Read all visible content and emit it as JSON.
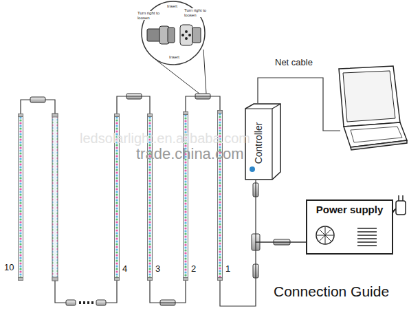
{
  "diagram": {
    "caption": "Connection Guide",
    "nodes": [
      {
        "text": [
          "10"
        ]
      },
      {
        "text": [
          "4"
        ]
      },
      {
        "text": [
          "3"
        ]
      },
      {
        "text": [
          "2"
        ]
      },
      {
        "text": [
          "1"
        ]
      },
      {
        "text": [
          "Controller"
        ]
      },
      {
        "text": [
          "Power supply"
        ]
      }
    ],
    "edges": [
      {
        "from": 1,
        "to": 2,
        "arrow": "none"
      },
      {
        "from": 2,
        "to": 3,
        "arrow": "none"
      },
      {
        "from": 3,
        "to": 4,
        "arrow": "none"
      },
      {
        "from": 6,
        "to": 5,
        "arrow": "none"
      },
      {
        "from": 6,
        "to": 4,
        "arrow": "none"
      }
    ],
    "labels": [
      "Net cable",
      "Turn right to loosen",
      "Insert",
      "Turn right to loosen",
      "Insert",
      "trade.china.com",
      "ledsolarlight.en.alibaba.com"
    ]
  }
}
